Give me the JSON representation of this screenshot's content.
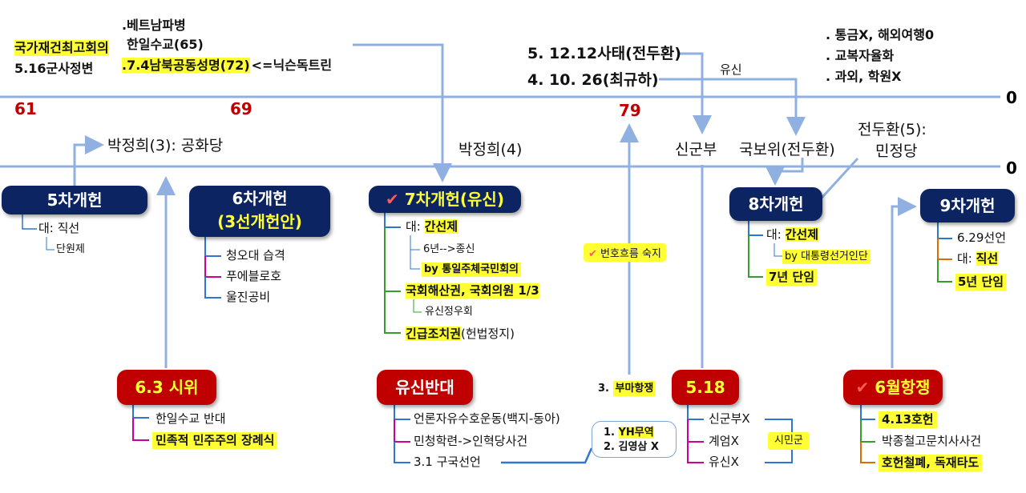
{
  "top_left": {
    "line1": "국가재건최고회의",
    "line2": "5.16군사정변"
  },
  "top_mid": {
    "line1": ".베트남파병",
    "line2": "한일수교(65)",
    "line3": ".7.4남북공동성명(72)",
    "line3_suffix": "<=닉슨독트린"
  },
  "top_center": {
    "line1": "5. 12.12사태(전두환)",
    "line2": "4. 10. 26(최규하)",
    "yushin": "유신"
  },
  "top_right": {
    "line1": ". 통금X, 해외여행0",
    "line2": ". 교복자율화",
    "line3": ". 과외, 학원X"
  },
  "timeline": {
    "years": [
      "61",
      "69",
      "79"
    ],
    "zero_top": "0",
    "zero_bottom": "0"
  },
  "mid_labels": {
    "park3": "박정희(3): 공화당",
    "park4": "박정희(4)",
    "singunbu": "신군부",
    "gukbowi": "국보위(전두환)",
    "chun5_line1": "전두환(5):",
    "chun5_line2": "민정당"
  },
  "boxes": {
    "amend5": {
      "title": "5차개헌",
      "items": [
        "대: 직선",
        "단원제"
      ]
    },
    "amend6": {
      "title1": "6차개헌",
      "title2": "(3선개헌안)",
      "items": [
        "청오대 습격",
        "푸에블로호",
        "울진공비"
      ]
    },
    "amend7": {
      "check": "✔",
      "title": "7차개헌(유신)",
      "item1_prefix": "대: ",
      "item1_hl": "간선제",
      "item1_sub1": "6년-->종신",
      "item1_sub2": "by 통일주체국민회의",
      "item2": "국회해산권, 국회의원 1/3",
      "item2_sub": "유신정우회",
      "item3_hl": "긴급조치권",
      "item3_suffix": "(헌법정지)"
    },
    "memorize": {
      "check": "✔",
      "label": "번호흐름 숙지"
    },
    "amend8": {
      "title": "8차개헌",
      "item1_prefix": "대: ",
      "item1_hl": "간선제",
      "item1_sub": "by 대통령선거인단",
      "item2": "7년 단임"
    },
    "amend9": {
      "title": "9차개헌",
      "item1": "6.29선언",
      "item2_prefix": "대: ",
      "item2_hl": "직선",
      "item3": "5년 단임"
    },
    "protest63": {
      "title": "6.3 시위",
      "item1": "한일수교 반대",
      "item2": "민족적 민주주의 장례식"
    },
    "anti_yushin": {
      "title": "유신반대",
      "item1": "언론자유수호운동(백지-동아)",
      "item2": "민청학련->인혁당사건",
      "item3": "3.1 구국선언",
      "pill_line1_prefix": "1. ",
      "pill_line1_hl": "YH무역",
      "pill_line2": "2. 김영삼 X"
    },
    "bumahang": {
      "prefix": "3. ",
      "label": "부마항쟁"
    },
    "may18": {
      "title": "5.18",
      "item1": "신군부X",
      "item2": "계엄X",
      "item3": "유신X",
      "citizen": "시민군"
    },
    "june": {
      "check": "✔",
      "title": "6월항쟁",
      "item1": "4.13호헌",
      "item2": "박종철고문치사사건",
      "item3": "호헌철폐, 독재타도"
    }
  }
}
